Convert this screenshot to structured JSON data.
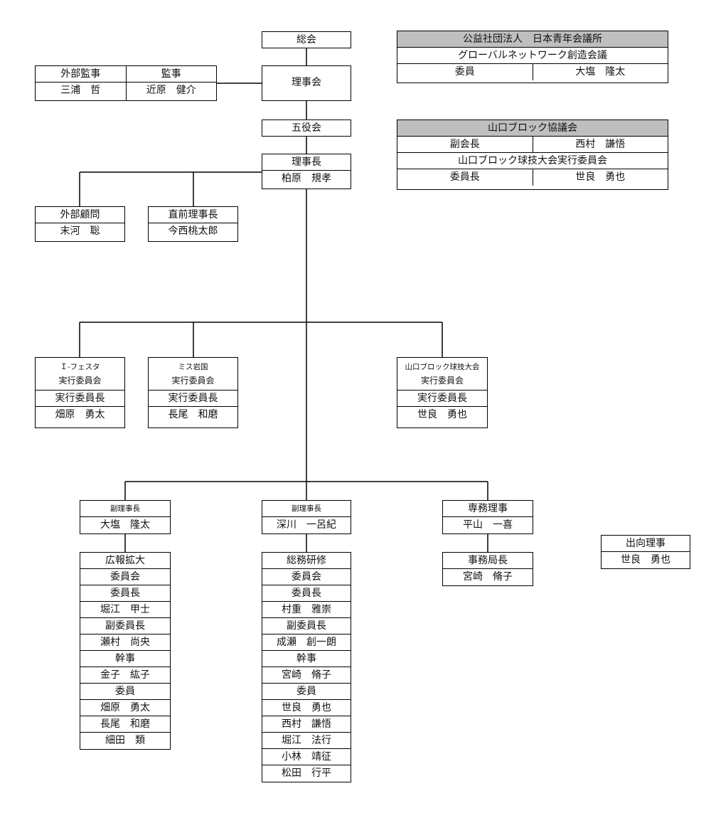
{
  "soukai": "総会",
  "rijikai": "理事会",
  "gaibu_kanji": {
    "title": "外部監事",
    "name": "三浦　哲"
  },
  "kanji": {
    "title": "監事",
    "name": "近原　健介"
  },
  "goyakukai": "五役会",
  "rijicho": {
    "title": "理事長",
    "name": "柏原　規孝"
  },
  "gaibu_komon": {
    "title": "外部顧問",
    "name": "末河　聡"
  },
  "chokuzen": {
    "title": "直前理事長",
    "name": "今西桃太郎"
  },
  "jci": {
    "header": "公益社団法人　日本青年会議所",
    "sub": "グローバルネットワーク創造会議",
    "role": "委員",
    "name": "大塩　隆太"
  },
  "yamaguchi": {
    "header": "山口ブロック協議会",
    "role1": "副会長",
    "name1": "西村　謙悟",
    "sub": "山口ブロック球技大会実行委員会",
    "role2": "委員長",
    "name2": "世良　勇也"
  },
  "ifesta": {
    "line1": "Ｉ-フェスタ",
    "line2": "実行委員会",
    "role": "実行委員長",
    "name": "畑原　勇太"
  },
  "miss": {
    "line1": "ミス岩国",
    "line2": "実行委員会",
    "role": "実行委員長",
    "name": "長尾　和磨"
  },
  "kyugi": {
    "line1": "山口ブロック球技大会",
    "line2": "実行委員会",
    "role": "実行委員長",
    "name": "世良　勇也"
  },
  "fuku1": {
    "title": "副理事長",
    "name": "大塩　隆太"
  },
  "fuku2": {
    "title": "副理事長",
    "name": "深川　一呂紀"
  },
  "senmu": {
    "title": "専務理事",
    "name": "平山　一喜"
  },
  "jimukyoku": {
    "title": "事務局長",
    "name": "宮崎　脩子"
  },
  "shukko": {
    "title": "出向理事",
    "name": "世良　勇也"
  },
  "kouhou": {
    "rows": [
      "広報拡大",
      "委員会",
      "委員長",
      "堀江　甲士",
      "副委員長",
      "瀬村　尚央",
      "幹事",
      "金子　紘子",
      "委員",
      "畑原　勇太",
      "長尾　和磨",
      "細田　類"
    ]
  },
  "soumu": {
    "rows": [
      "総務研修",
      "委員会",
      "委員長",
      "村重　雅崇",
      "副委員長",
      "成瀬　創一朗",
      "幹事",
      "宮崎　脩子",
      "委員",
      "世良　勇也",
      "西村　謙悟",
      "堀江　法行",
      "小林　靖征",
      "松田　行平"
    ]
  }
}
